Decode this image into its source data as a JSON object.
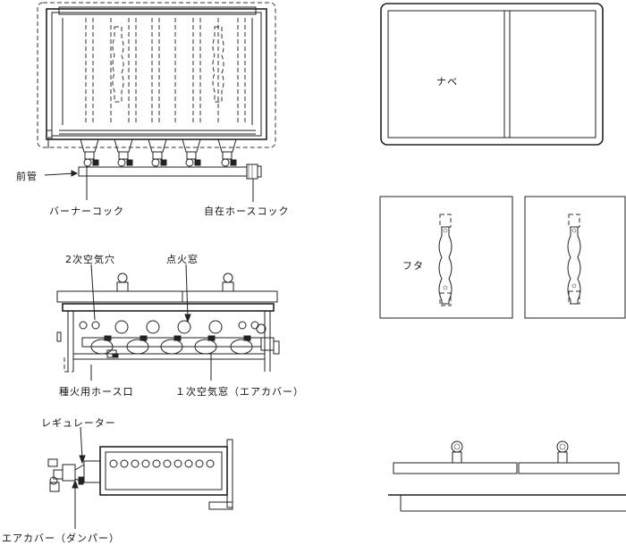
{
  "labels": {
    "front_pipe": "前管",
    "burner_cock": "バーナーコック",
    "free_hose_cock": "自在ホースコック",
    "secondary_air_hole": "2次空気穴",
    "ignition_window": "点火窓",
    "pilot_hose_port": "種火用ホース口",
    "primary_air_window": "１次空気窓（エアカバー）",
    "regulator": "レギュレーター",
    "air_cover_damper": "エアカバー（ダンパー）",
    "pan": "ナベ",
    "lid": "フタ"
  }
}
